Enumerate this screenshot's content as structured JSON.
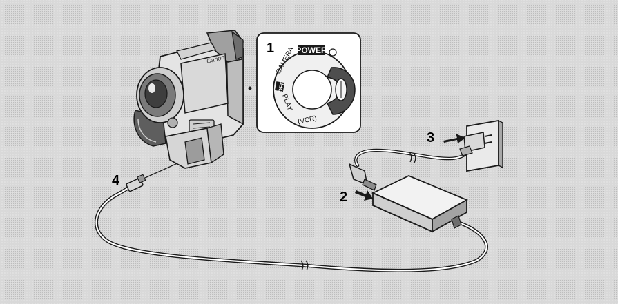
{
  "steps": {
    "step1": "1",
    "step2": "2",
    "step3": "3",
    "step4": "4"
  },
  "dial": {
    "power": "POWER",
    "camera": "CAMERA",
    "off": "OFF",
    "play": "PLAY",
    "vcr": "(VCR)"
  },
  "camcorder": {
    "brand": "Canon"
  },
  "colors": {
    "line": "#1a1a1a",
    "body_light": "#e6e6e6",
    "body_mid": "#b8b8b8",
    "body_dark": "#6e6e6e",
    "inset_bg": "#ffffff"
  }
}
